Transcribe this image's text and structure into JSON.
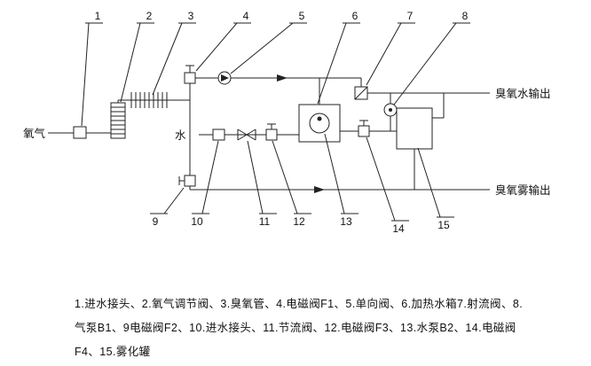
{
  "diagram": {
    "oxygen_label": "氧气",
    "water_label": "水",
    "ozone_water_output_label": "臭氧水输出",
    "ozone_mist_output_label": "臭氧雾输出",
    "callouts_top": [
      "1",
      "2",
      "3",
      "4",
      "5",
      "6",
      "7",
      "8"
    ],
    "callouts_bottom": [
      "9",
      "10",
      "11",
      "12",
      "13",
      "14",
      "15"
    ]
  },
  "legend": {
    "text": "1.进水接头、2.氧气调节阀、3.臭氧管、4.电磁阀F1、5.单向阀、6.加热水箱7.射流阀、8.气泵B1、9电磁阀F2、10.进水接头、11.节流阀、12.电磁阀F3、13.水泵B2、14.电磁阀F4、15.雾化罐"
  },
  "colors": {
    "line": "#222222",
    "background": "#ffffff"
  }
}
